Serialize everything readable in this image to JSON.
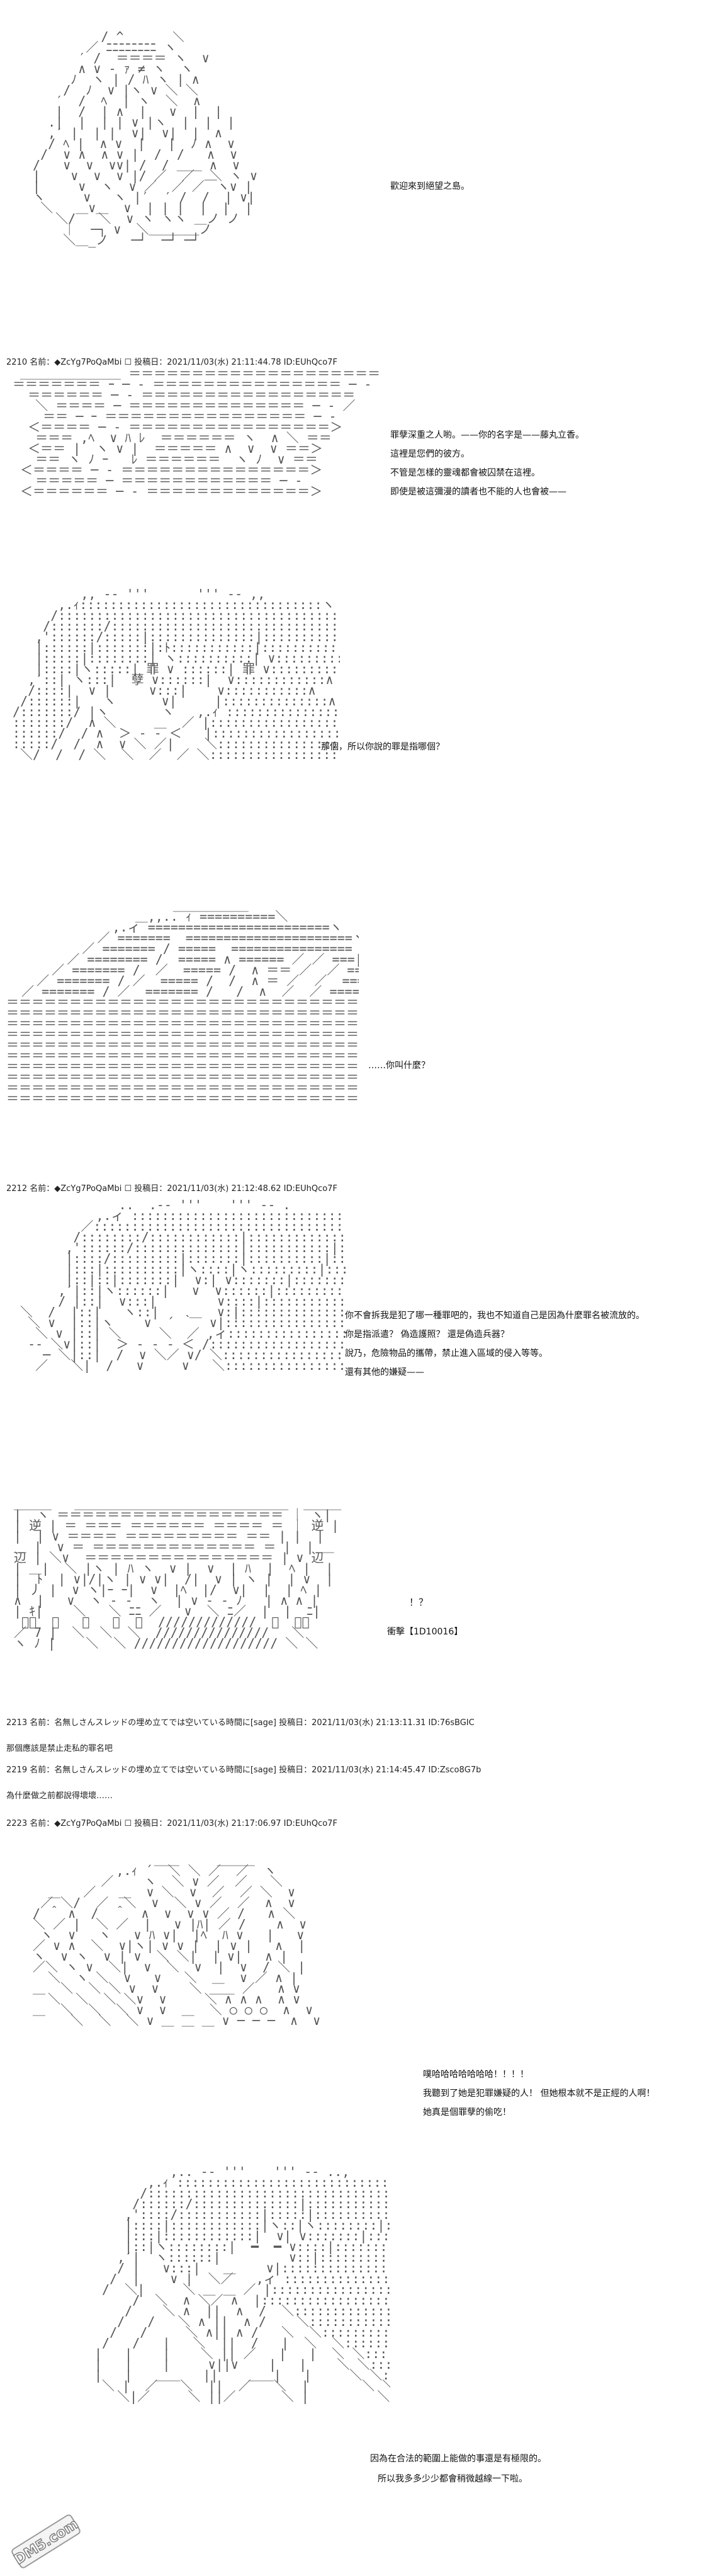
{
  "panels": [
    {
      "lines": [
        "歡迎來到絕望之島。"
      ]
    },
    {
      "lines": [
        "罪孽深重之人喲。——你的名字是——藤丸立香。",
        "這裡是您們的彼方。",
        "不管是怎樣的靈魂都會被囚禁在這裡。",
        "即使是被這彌漫的讀者也不能的人也會被——"
      ]
    },
    {
      "lines": [
        "那個，所以你說的罪是指哪個？"
      ]
    },
    {
      "lines": [
        "……你叫什麼？"
      ]
    },
    {
      "lines": [
        "你不會拆我是犯了哪一種罪吧的，我也不知道自己是因為什麼罪名被流放的。",
        "你是指派遣？ 偽造護照？ 還是偽造兵器？",
        "說乃，危險物品的攜帶，禁止進入區域的侵入等等。",
        "還有其他的嫌疑——"
      ]
    },
    {
      "lines": [
        "！？",
        "衝擊【1D10016】"
      ]
    },
    {
      "lines": [
        "噗哈哈哈哈哈哈哈！！！！",
        "我聽到了她是犯罪嫌疑的人！ 但她根本就不是正經的人啊！",
        "她真是個罪孽的偷吃！"
      ]
    },
    {
      "lines": [
        "因為在合法的範圍上能做的事還是有極限的。",
        "所以我多多少少都會稍微越線一下啦。"
      ]
    }
  ],
  "posts": [
    {
      "header": "2210 名前：◆ZcYg7PoQaMbi ☐ 投稿日：2021/11/03(水) 21:11:44.78 ID:EUhQco7F"
    },
    {
      "header": "2212 名前：◆ZcYg7PoQaMbi ☐ 投稿日：2021/11/03(水) 21:12:48.62 ID:EUhQco7F"
    },
    {
      "header": "2213 名前：名無しさんスレッドの埋め立てでは空いている時間に[sage] 投稿日：2021/11/03(水) 21:13:11.31 ID:76sBGIC",
      "text": "那個應該是禁止走私的罪名吧"
    },
    {
      "header": "2219 名前：名無しさんスレッドの埋め立てでは空いている時間に[sage] 投稿日：2021/11/03(水) 21:14:45.47 ID:Zsco8G7b",
      "text": "為什麼做之前都說得壞壞……"
    },
    {
      "header": "2223 名前：◆ZcYg7PoQaMbi ☐ 投稿日：2021/11/03(水) 21:17:06.97 ID:EUhQco7F"
    }
  ],
  "watermark": {
    "text": "DM5.com"
  }
}
